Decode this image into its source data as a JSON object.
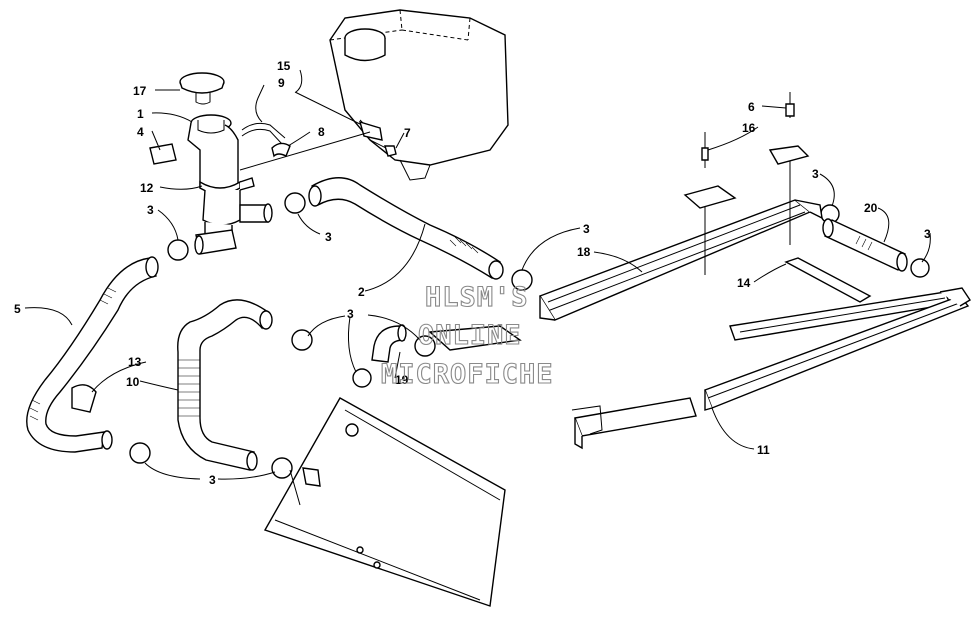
{
  "watermark": {
    "line1": "HLSM'S",
    "line2": "ONLINE",
    "line3": "MICROFICHE"
  },
  "callouts": {
    "c1": "1",
    "c2": "2",
    "c3a": "3",
    "c3b": "3",
    "c3c": "3",
    "c3d": "3",
    "c3e": "3",
    "c3f": "3",
    "c3g": "3",
    "c4": "4",
    "c5": "5",
    "c6": "6",
    "c7": "7",
    "c8": "8",
    "c9": "9",
    "c10": "10",
    "c11": "11",
    "c12": "12",
    "c13": "13",
    "c14": "14",
    "c15": "15",
    "c16": "16",
    "c17": "17",
    "c18": "18",
    "c19": "19",
    "c20": "20"
  }
}
